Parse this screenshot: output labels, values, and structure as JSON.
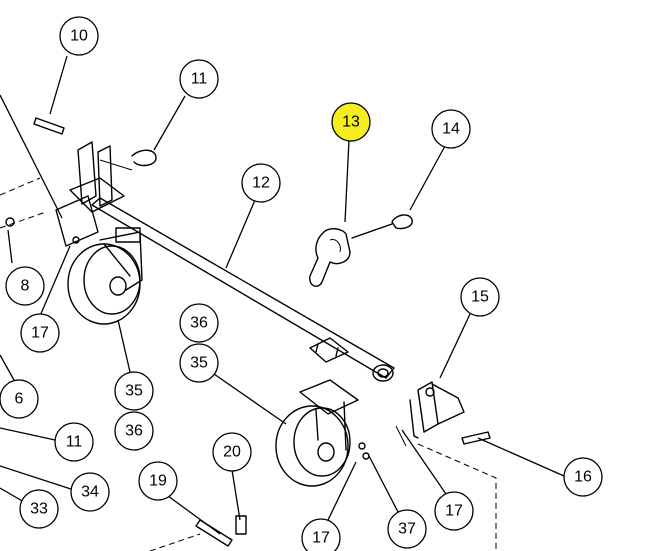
{
  "highlight_color": "#f5ee1f",
  "callouts": [
    {
      "id": "c10",
      "label": "10"
    },
    {
      "id": "c11a",
      "label": "11"
    },
    {
      "id": "c13",
      "label": "13",
      "highlight": true
    },
    {
      "id": "c14",
      "label": "14"
    },
    {
      "id": "c12",
      "label": "12"
    },
    {
      "id": "c8",
      "label": "8"
    },
    {
      "id": "c17a",
      "label": "17"
    },
    {
      "id": "c15",
      "label": "15"
    },
    {
      "id": "c36a",
      "label": "36"
    },
    {
      "id": "c35a",
      "label": "35"
    },
    {
      "id": "c35b",
      "label": "35"
    },
    {
      "id": "c36b",
      "label": "36"
    },
    {
      "id": "c6",
      "label": "6"
    },
    {
      "id": "c11b",
      "label": "11"
    },
    {
      "id": "c34",
      "label": "34"
    },
    {
      "id": "c33",
      "label": "33"
    },
    {
      "id": "c19",
      "label": "19"
    },
    {
      "id": "c20",
      "label": "20"
    },
    {
      "id": "c17b",
      "label": "17"
    },
    {
      "id": "c37",
      "label": "37"
    },
    {
      "id": "c17c",
      "label": "17"
    },
    {
      "id": "c16",
      "label": "16"
    }
  ]
}
